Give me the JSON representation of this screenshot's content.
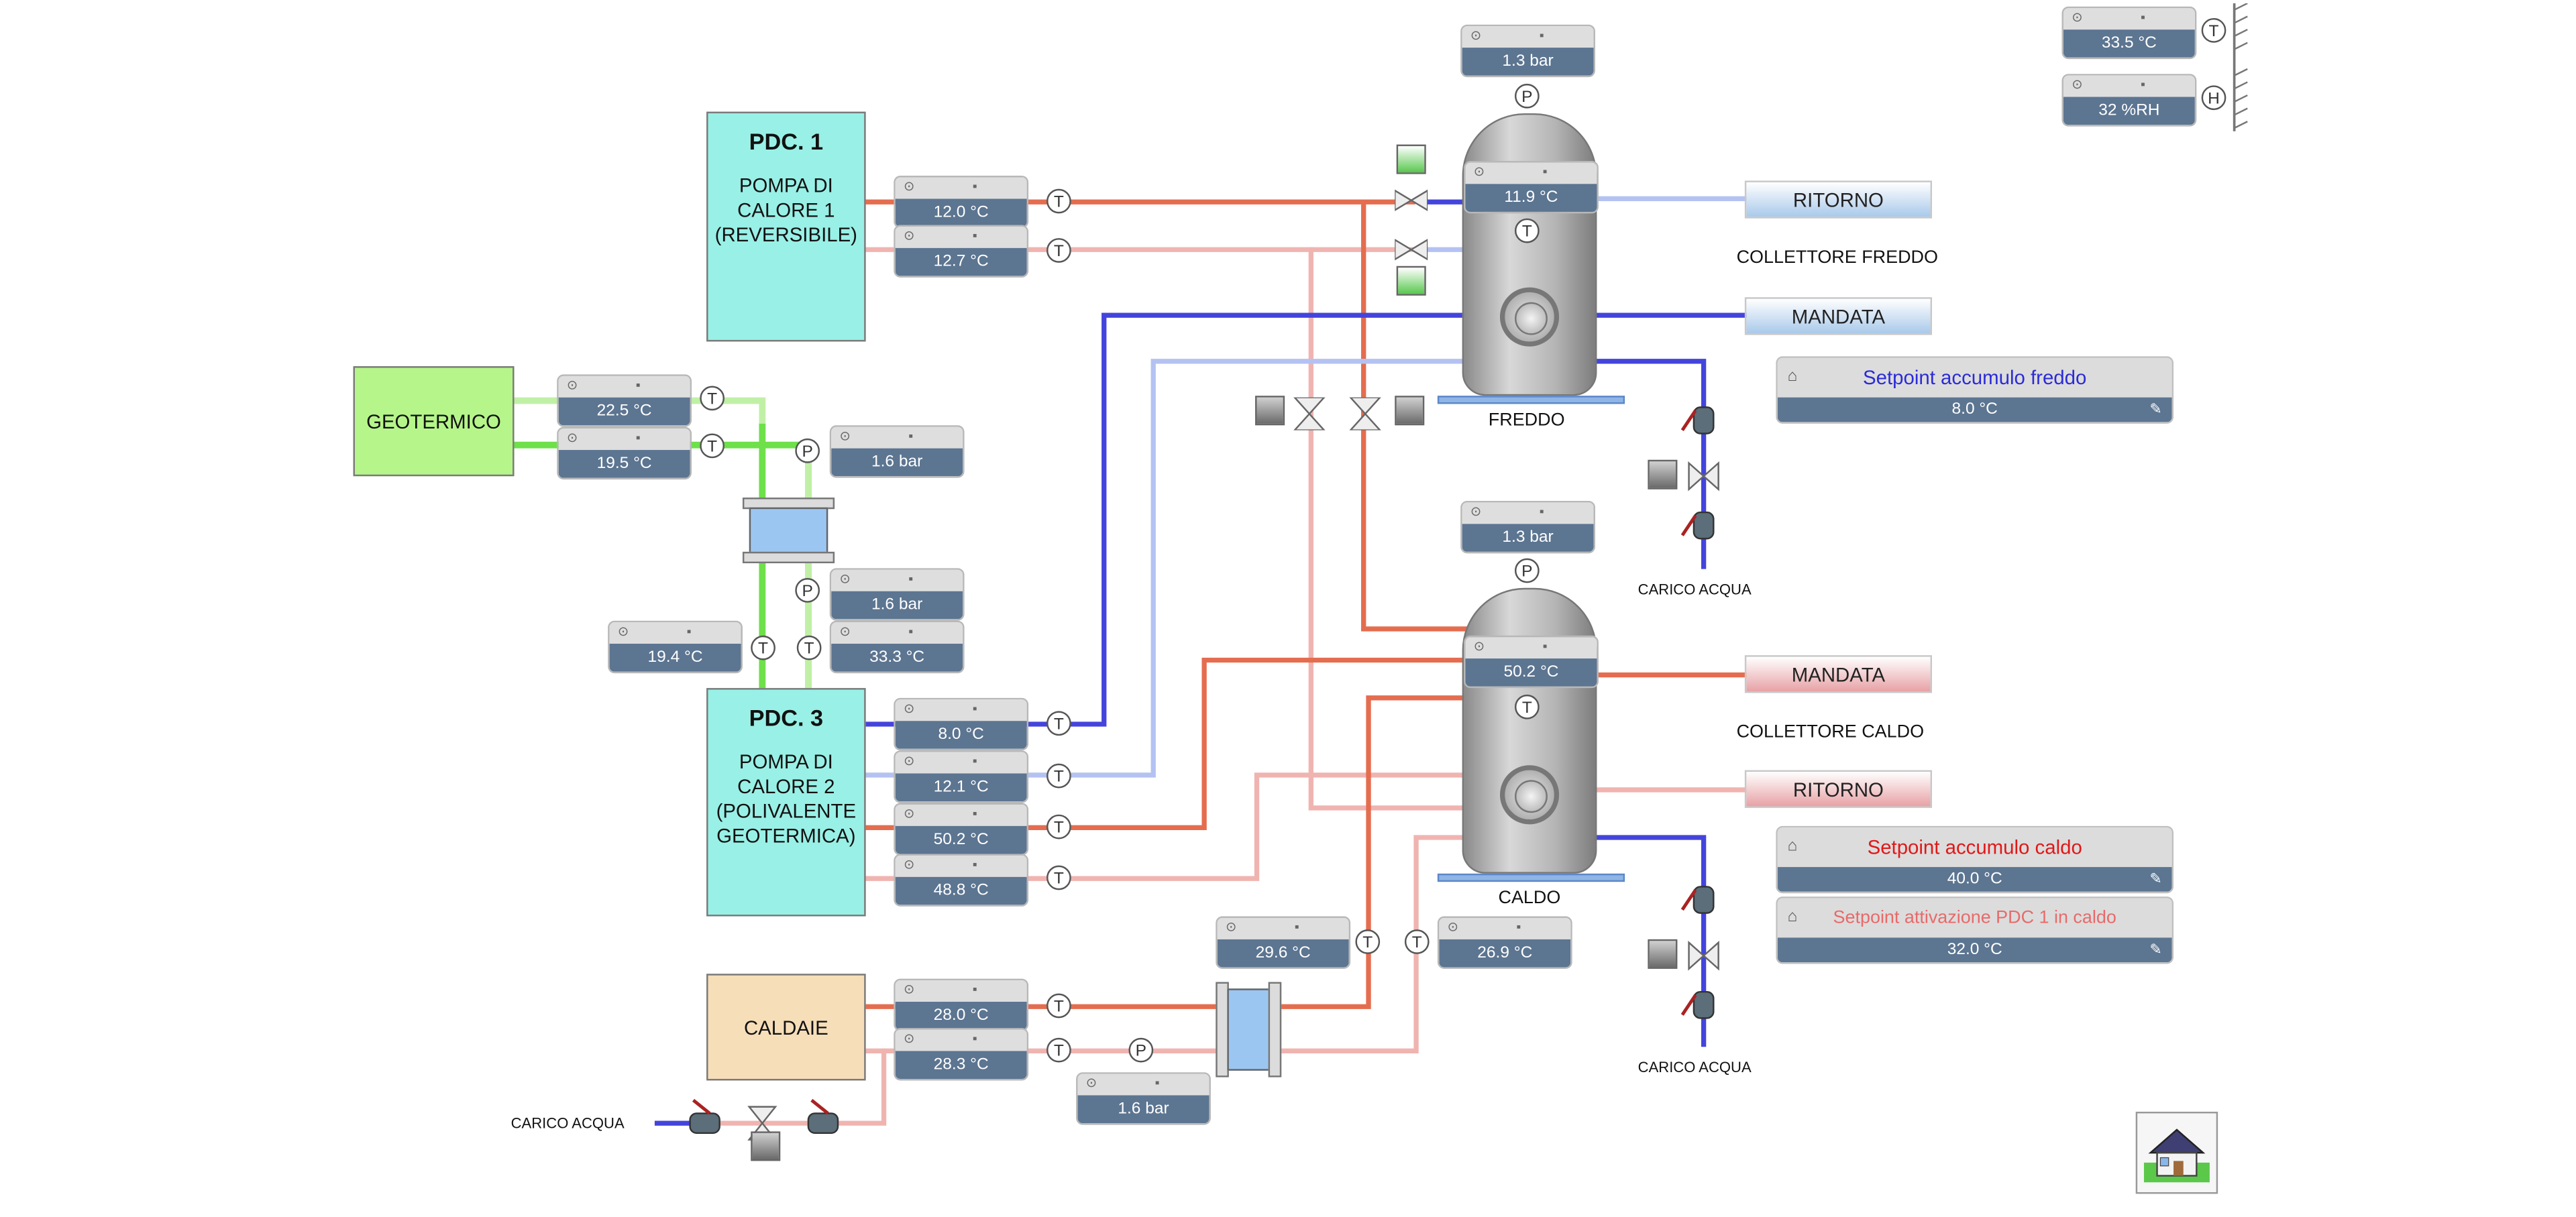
{
  "units": {
    "pdc1": {
      "title": "PDC. 1",
      "lines": [
        "POMPA DI",
        "CALORE 1",
        "(REVERSIBILE)"
      ]
    },
    "pdc3": {
      "title": "PDC. 3",
      "lines": [
        "POMPA DI",
        "CALORE 2",
        "(POLIVALENTE",
        "GEOTERMICA)"
      ]
    },
    "geotermico": {
      "label": "GEOTERMICO"
    },
    "caldaie": {
      "label": "CALDAIE"
    }
  },
  "widgets": {
    "pdc1_supply_temp": "12.0 °C",
    "pdc1_return_temp": "12.7 °C",
    "geo_temp_1": "22.5 °C",
    "geo_temp_2": "19.5 °C",
    "geo_pressure_1": "1.6 bar",
    "geo_pressure_2": "1.6 bar",
    "geo_temp_3": "19.4 °C",
    "geo_temp_4": "33.3 °C",
    "pdc3_temp_1": "8.0 °C",
    "pdc3_temp_2": "12.1 °C",
    "pdc3_temp_3": "50.2 °C",
    "pdc3_temp_4": "48.8 °C",
    "caldaie_temp_1": "28.0 °C",
    "caldaie_temp_2": "28.3 °C",
    "caldaie_pressure": "1.6 bar",
    "hx_temp_1": "29.6 °C",
    "hx_temp_2": "26.9 °C",
    "freddo_pressure": "1.3 bar",
    "freddo_temp": "11.9 °C",
    "caldo_pressure": "1.3 bar",
    "caldo_temp": "50.2 °C",
    "ambient_temp": "33.5 °C",
    "ambient_humidity": "32 %RH"
  },
  "sensor_letters": {
    "temperature": "T",
    "pressure": "P",
    "humidity": "H"
  },
  "collectors": {
    "cold_return": "RITORNO",
    "cold_supply": "MANDATA",
    "cold_title": "COLLETTORE FREDDO",
    "hot_supply": "MANDATA",
    "hot_return": "RITORNO",
    "hot_title": "COLLETTORE CALDO"
  },
  "tanks": {
    "freddo": "FREDDO",
    "caldo": "CALDO"
  },
  "carico_acqua": "CARICO ACQUA",
  "setpoints": {
    "freddo": {
      "label": "Setpoint accumulo freddo",
      "value": "8.0 °C",
      "color": "#2b2bd8"
    },
    "caldo": {
      "label": "Setpoint accumulo caldo",
      "value": "40.0 °C",
      "color": "#e01818"
    },
    "pdc1_caldo": {
      "label": "Setpoint attivazione PDC 1 in caldo",
      "value": "32.0 °C",
      "color": "#e86a6a"
    }
  },
  "icons": {
    "widget_left": "⊙",
    "widget_right": "▪",
    "setpoint": "⌂",
    "edit": "✎",
    "home": "home-icon"
  },
  "colors": {
    "cold_dark": "#4444dd",
    "cold_light": "#b4c2f2",
    "hot_dark": "#e46d4f",
    "hot_light": "#f0b4b0",
    "geo_dark": "#6ee04a",
    "geo_light": "#c0f0a6",
    "widget_value": "#5c7591"
  }
}
